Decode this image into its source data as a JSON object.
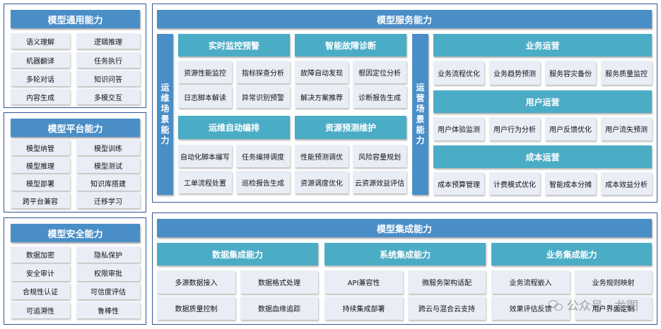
{
  "general": {
    "title": "模型通用能力",
    "items": [
      "语义理解",
      "逻辑推理",
      "机器翻译",
      "任务执行",
      "多轮对话",
      "知识问答",
      "内容生成",
      "多模交互"
    ]
  },
  "platform": {
    "title": "模型平台能力",
    "items": [
      "模型纳管",
      "模型训练",
      "模型推理",
      "模型测试",
      "模型部署",
      "知识库搭建",
      "跨平台兼容",
      "迁移学习"
    ]
  },
  "security": {
    "title": "模型安全能力",
    "items": [
      "数据加密",
      "隐私保护",
      "安全审计",
      "权限审批",
      "合规性认证",
      "可信度评估",
      "可追溯性",
      "鲁棒性"
    ]
  },
  "service": {
    "title": "模型服务能力",
    "ops_label": "运维场景能力",
    "biz_label": "运营场景能力",
    "ops_groups": [
      {
        "title": "实时监控预警",
        "items": [
          "资源性能监控",
          "指标探查分析",
          "日志脚本解读",
          "异常识别预警"
        ]
      },
      {
        "title": "智能故障诊断",
        "items": [
          "故障自动发现",
          "根因定位分析",
          "解决方案推荐",
          "诊断报告生成"
        ]
      },
      {
        "title": "运维自动编排",
        "items": [
          "自动化脚本编写",
          "任务编排调度",
          "工单流程处置",
          "巡检报告生成"
        ]
      },
      {
        "title": "资源预测维护",
        "items": [
          "性能预测调优",
          "风险容量规划",
          "资源调度优化",
          "云资源效益评估"
        ]
      }
    ],
    "biz_groups": [
      {
        "title": "业务运营",
        "items": [
          "业务流程优化",
          "业务趋势预测",
          "服务容灾备份",
          "服务质量监控"
        ]
      },
      {
        "title": "用户运营",
        "items": [
          "用户体验监测",
          "用户行为分析",
          "用户反馈优化",
          "用户流失预测"
        ]
      },
      {
        "title": "成本运营",
        "items": [
          "成本预算管理",
          "计费模式优化",
          "智能成本分摊",
          "成本效益分析"
        ]
      }
    ]
  },
  "integration": {
    "title": "模型集成能力",
    "groups": [
      {
        "title": "数据集成能力",
        "items": [
          "多源数据接入",
          "数据格式处理",
          "数据质量控制",
          "数据血缘追踪"
        ]
      },
      {
        "title": "系统集成能力",
        "items": [
          "API兼容性",
          "微服务架构适配",
          "持续集成部署",
          "跨云与混合云支持"
        ]
      },
      {
        "title": "业务集成能力",
        "items": [
          "业务流程嵌入",
          "业务规则映射",
          "效果评估反馈",
          "用户界面定制"
        ]
      }
    ]
  },
  "watermark": {
    "text": "公众号 · 龙图"
  }
}
